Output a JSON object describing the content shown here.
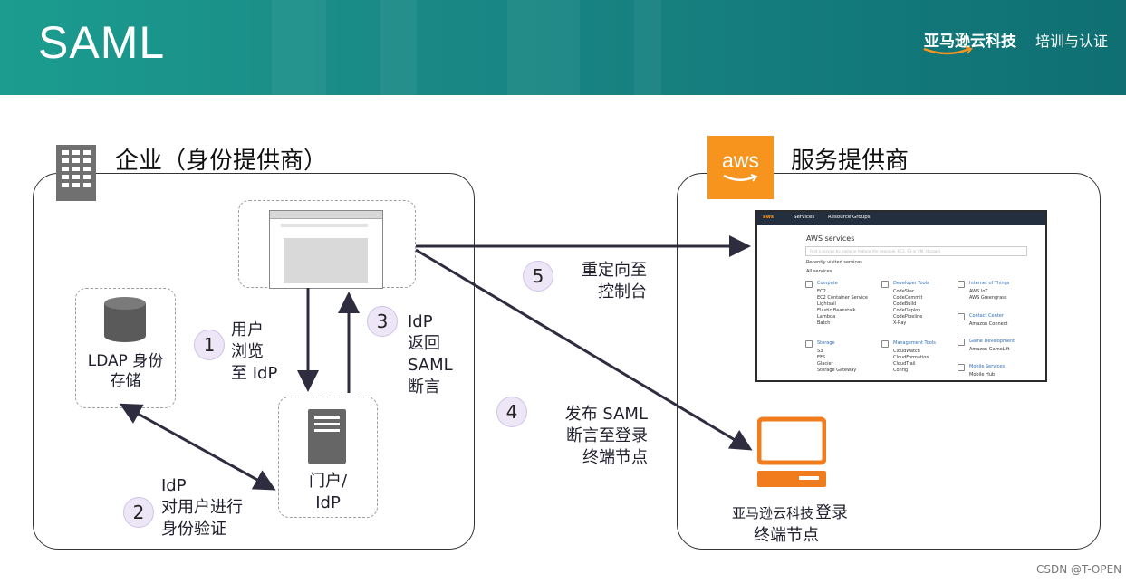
{
  "header": {
    "title": "SAML",
    "brand_name": "亚马逊云科技",
    "brand_sub": "培训与认证"
  },
  "enterprise": {
    "title": "企业（身份提供商）",
    "ldap_label": "LDAP 身份\n存储",
    "portal_label": "门户/\nIdP"
  },
  "provider": {
    "title": "服务提供商",
    "aws_logo_text": "aws",
    "endpoint_label_a": "亚马逊云科技",
    "endpoint_label_b": "登录",
    "endpoint_label_c": "终端节点"
  },
  "steps": [
    {
      "num": "1",
      "text": "用户\n浏览\n至 IdP"
    },
    {
      "num": "2",
      "text": "IdP\n对用户进行\n身份验证"
    },
    {
      "num": "3",
      "text": "IdP\n返回\nSAML\n断言"
    },
    {
      "num": "4",
      "text": "发布 SAML\n断言至登录\n终端节点"
    },
    {
      "num": "5",
      "text": "重定向至\n控制台"
    }
  ],
  "console": {
    "nav_services": "Services",
    "nav_groups": "Resource Groups",
    "heading": "AWS services",
    "search_placeholder": "Find a service by name or feature (for example, EC2, S3 or VM, storage)",
    "recent": "Recently visited services",
    "all": "All services",
    "col1": [
      {
        "cat": "Compute",
        "items": [
          "EC2",
          "EC2 Container Service",
          "Lightsail",
          "Elastic Beanstalk",
          "Lambda",
          "Batch"
        ]
      },
      {
        "cat": "Storage",
        "items": [
          "S3",
          "EFS",
          "Glacier",
          "Storage Gateway"
        ]
      }
    ],
    "col2": [
      {
        "cat": "Developer Tools",
        "items": [
          "CodeStar",
          "CodeCommit",
          "CodeBuild",
          "CodeDeploy",
          "CodePipeline",
          "X-Ray"
        ]
      },
      {
        "cat": "Management Tools",
        "items": [
          "CloudWatch",
          "CloudFormation",
          "CloudTrail",
          "Config"
        ]
      }
    ],
    "col3": [
      {
        "cat": "Internet of Things",
        "items": [
          "AWS IoT",
          "AWS Greengrass"
        ]
      },
      {
        "cat": "Contact Center",
        "items": [
          "Amazon Connect"
        ]
      },
      {
        "cat": "Game Development",
        "items": [
          "Amazon GameLift"
        ]
      },
      {
        "cat": "Mobile Services",
        "items": [
          "Mobile Hub"
        ]
      }
    ]
  },
  "footer": {
    "credit": "CSDN @T-OPEN"
  },
  "colors": {
    "accent": "#f7941e",
    "header": "#1a8a86",
    "arrow": "#2d2d3f",
    "step_circle": "#ece6f6"
  }
}
